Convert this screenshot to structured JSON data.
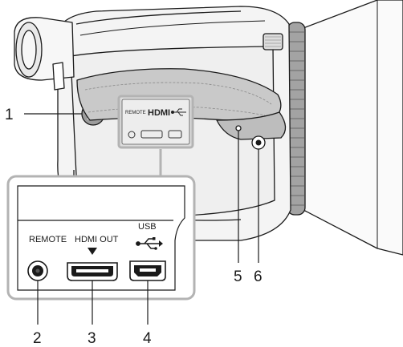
{
  "callouts": {
    "c1": "1",
    "c2": "2",
    "c3": "3",
    "c4": "4",
    "c5": "5",
    "c6": "6"
  },
  "ports": {
    "remote": "REMOTE",
    "hdmi_out": "HDMI OUT",
    "usb": "USB"
  },
  "terminal_cover": {
    "remote": "REMOTE",
    "hdmi_logo": "HDMI"
  },
  "icons": {
    "usb": "usb-trident-icon",
    "hdmi_arrow": "down-triangle-icon",
    "remote_jack": "round-jack-icon",
    "hdmi_port": "hdmi-port-icon",
    "usb_port": "mini-usb-port-icon"
  },
  "colors": {
    "line": "#1a1a1a",
    "highlight_box": "#b3b3b3",
    "body_fill": "#f4f4f4",
    "strap_fill": "#c9c9c9",
    "lens_ring": "#9a9a9a"
  }
}
